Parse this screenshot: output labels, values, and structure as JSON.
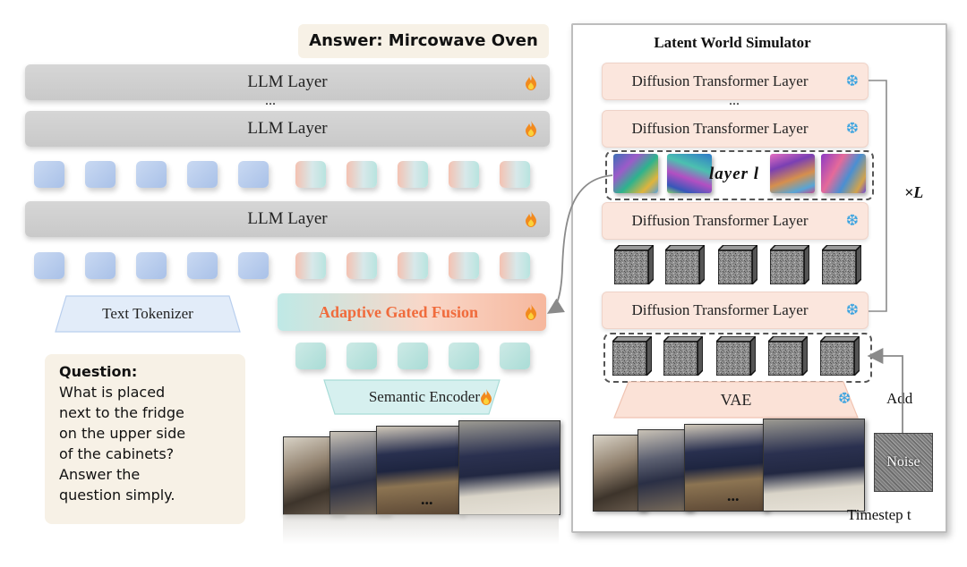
{
  "answer": "Answer: Mircowave Oven",
  "llm": {
    "layer_label": "LLM Layer",
    "ellipsis": "..."
  },
  "left": {
    "text_tokenizer": "Text Tokenizer",
    "adaptive_gated_fusion": "Adaptive Gated Fusion",
    "semantic_encoder": "Semantic Encoder",
    "question_lines": [
      "Question:",
      "What is placed",
      "next to the fridge",
      "on the upper side",
      "of the cabinets?",
      "Answer the",
      "question simply."
    ],
    "frames_ellipsis": "..."
  },
  "simulator": {
    "title": "Latent World Simulator",
    "dit_label": "Diffusion Transformer Layer",
    "ellipsis": "...",
    "layer_tag": "layer l",
    "repeat": "×L",
    "vae": "VAE",
    "add": "Add",
    "noise": "Noise",
    "timestep": "Timestep t",
    "frames_ellipsis": "..."
  },
  "colors": {
    "fusion_text": "#f06b3c",
    "snowflake": "#3aa3e0",
    "flame_outer": "#f28a1e",
    "flame_inner": "#fbd23a"
  }
}
